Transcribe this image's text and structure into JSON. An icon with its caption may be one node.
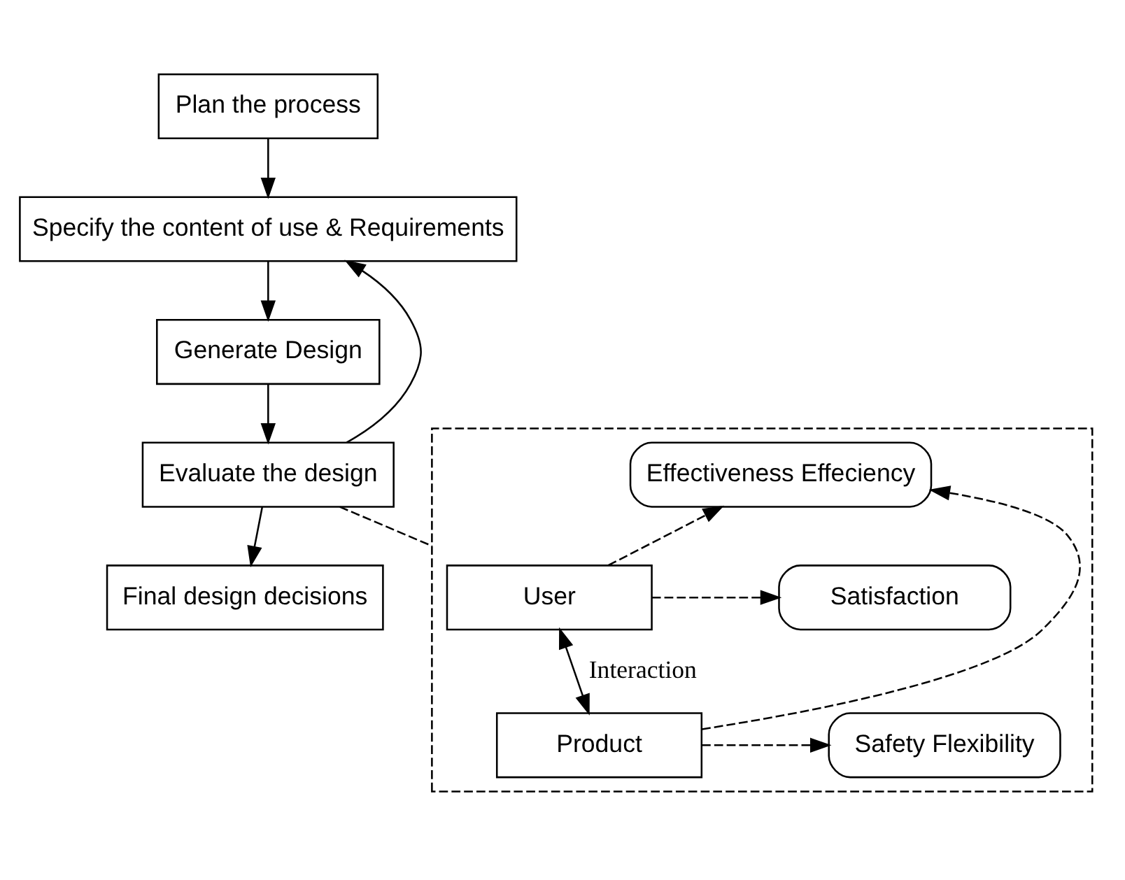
{
  "diagram": {
    "nodes": [
      {
        "text": [
          "Plan the process"
        ]
      },
      {
        "text": [
          "Specify the content of use & Requirements"
        ]
      },
      {
        "text": [
          "Generate Design"
        ]
      },
      {
        "text": [
          "Evaluate the design"
        ]
      },
      {
        "text": [
          "Final design decisions"
        ]
      },
      {
        "text": [],
        "shape": "box"
      },
      {
        "text": [
          "User"
        ],
        "in": 5
      },
      {
        "text": [
          "Product"
        ],
        "in": 5
      },
      {
        "text": [
          "Satisfaction"
        ],
        "in": 5
      },
      {
        "text": [
          "Effectiveness Effeciency"
        ],
        "in": 5
      },
      {
        "text": [
          "Safety Flexibility"
        ],
        "in": 5
      }
    ],
    "edges": [
      {
        "from": 0,
        "to": 1,
        "arrow": "to"
      },
      {
        "from": 1,
        "to": 2,
        "arrow": "to"
      },
      {
        "from": 2,
        "to": 3,
        "arrow": "to"
      },
      {
        "from": 3,
        "to": 4,
        "arrow": "to"
      },
      {
        "from": 3,
        "to": 1,
        "arrow": "to"
      },
      {
        "from": 3,
        "to": 5,
        "arrow": "none",
        "style": "dashed"
      },
      {
        "from": 6,
        "to": 7,
        "arrow": "both",
        "label": "Interaction"
      },
      {
        "from": 6,
        "to": 8,
        "arrow": "to",
        "style": "dashed"
      },
      {
        "from": 6,
        "to": 9,
        "arrow": "to",
        "style": "dashed"
      },
      {
        "from": 7,
        "to": 9,
        "arrow": "to",
        "style": "dashed"
      },
      {
        "from": 7,
        "to": 10,
        "arrow": "to",
        "style": "dashed"
      }
    ]
  }
}
